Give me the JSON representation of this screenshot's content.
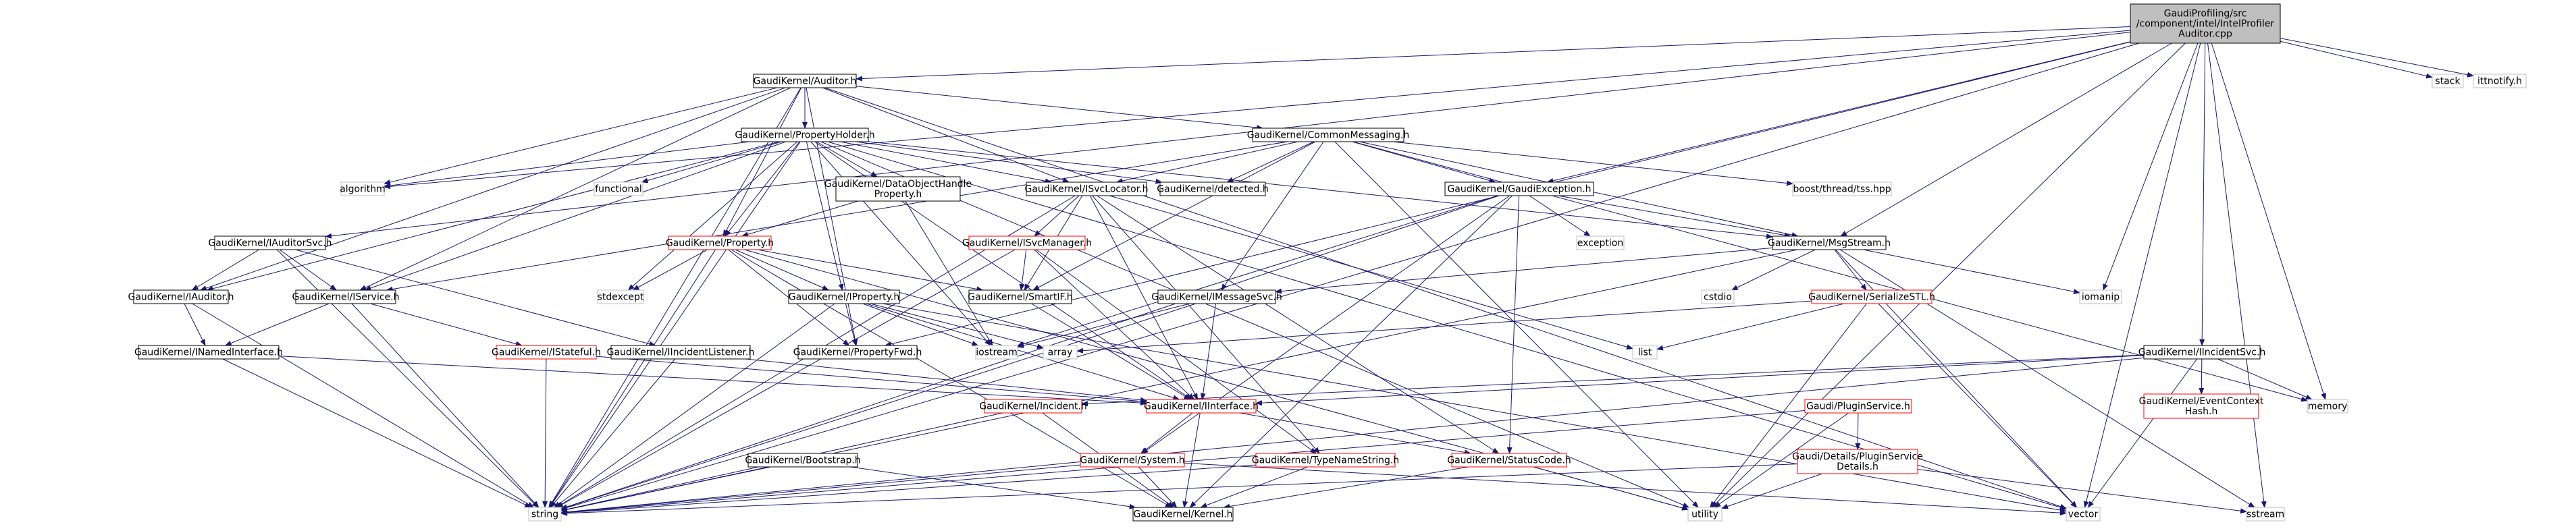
{
  "colors": {
    "edge": "#191970",
    "box_border_ok": "#000000",
    "box_border_missing": "#bfbfbf",
    "box_border_hidden": "#ff0000",
    "root_fill": "#bfbfbf",
    "box_fill": "#ffffff",
    "label_text": "#000000"
  },
  "nodes": [
    {
      "id": "root",
      "lines": [
        "GaudiProfiling/src",
        "/component/intel/IntelProfiler",
        "Auditor.cpp"
      ],
      "style": "root"
    },
    {
      "id": "auditor_h",
      "lines": [
        "GaudiKernel/Auditor.h"
      ],
      "style": "ok"
    },
    {
      "id": "stack",
      "lines": [
        "stack"
      ],
      "style": "missing"
    },
    {
      "id": "ittnotify",
      "lines": [
        "ittnotify.h"
      ],
      "style": "missing"
    },
    {
      "id": "propholder",
      "lines": [
        "GaudiKernel/PropertyHolder.h"
      ],
      "style": "ok"
    },
    {
      "id": "commonmsg",
      "lines": [
        "GaudiKernel/CommonMessaging.h"
      ],
      "style": "ok"
    },
    {
      "id": "algorithm",
      "lines": [
        "algorithm"
      ],
      "style": "missing"
    },
    {
      "id": "functional",
      "lines": [
        "functional"
      ],
      "style": "missing"
    },
    {
      "id": "dataobjhandle",
      "lines": [
        "GaudiKernel/DataObjectHandle",
        "Property.h"
      ],
      "style": "ok"
    },
    {
      "id": "isvclocator",
      "lines": [
        "GaudiKernel/ISvcLocator.h"
      ],
      "style": "ok"
    },
    {
      "id": "detected",
      "lines": [
        "GaudiKernel/detected.h"
      ],
      "style": "ok"
    },
    {
      "id": "tss",
      "lines": [
        "boost/thread/tss.hpp"
      ],
      "style": "missing"
    },
    {
      "id": "gaudiexception",
      "lines": [
        "GaudiKernel/GaudiException.h"
      ],
      "style": "ok"
    },
    {
      "id": "iauditorsvc",
      "lines": [
        "GaudiKernel/IAuditorSvc.h"
      ],
      "style": "ok"
    },
    {
      "id": "property",
      "lines": [
        "GaudiKernel/Property.h"
      ],
      "style": "hidden"
    },
    {
      "id": "isvcmanager",
      "lines": [
        "GaudiKernel/ISvcManager.h"
      ],
      "style": "hidden"
    },
    {
      "id": "exception",
      "lines": [
        "exception"
      ],
      "style": "missing"
    },
    {
      "id": "msgstream",
      "lines": [
        "GaudiKernel/MsgStream.h"
      ],
      "style": "ok"
    },
    {
      "id": "iauditor",
      "lines": [
        "GaudiKernel/IAuditor.h"
      ],
      "style": "ok"
    },
    {
      "id": "iservice",
      "lines": [
        "GaudiKernel/IService.h"
      ],
      "style": "ok"
    },
    {
      "id": "stdexcept",
      "lines": [
        "stdexcept"
      ],
      "style": "missing"
    },
    {
      "id": "iproperty",
      "lines": [
        "GaudiKernel/IProperty.h"
      ],
      "style": "ok"
    },
    {
      "id": "smartif",
      "lines": [
        "GaudiKernel/SmartIF.h"
      ],
      "style": "ok"
    },
    {
      "id": "imessagesvc",
      "lines": [
        "GaudiKernel/IMessageSvc.h"
      ],
      "style": "ok"
    },
    {
      "id": "cstdio",
      "lines": [
        "cstdio"
      ],
      "style": "missing"
    },
    {
      "id": "serializestl",
      "lines": [
        "GaudiKernel/SerializeSTL.h"
      ],
      "style": "hidden"
    },
    {
      "id": "iomanip",
      "lines": [
        "iomanip"
      ],
      "style": "missing"
    },
    {
      "id": "inamedinterface",
      "lines": [
        "GaudiKernel/INamedInterface.h"
      ],
      "style": "ok"
    },
    {
      "id": "istateful",
      "lines": [
        "GaudiKernel/IStateful.h"
      ],
      "style": "hidden"
    },
    {
      "id": "iincidentlistener",
      "lines": [
        "GaudiKernel/IIncidentListener.h"
      ],
      "style": "ok"
    },
    {
      "id": "propertyfwd",
      "lines": [
        "GaudiKernel/PropertyFwd.h"
      ],
      "style": "ok"
    },
    {
      "id": "iostream",
      "lines": [
        "iostream"
      ],
      "style": "missing"
    },
    {
      "id": "array",
      "lines": [
        "array"
      ],
      "style": "missing"
    },
    {
      "id": "list",
      "lines": [
        "list"
      ],
      "style": "missing"
    },
    {
      "id": "iincidentsvc",
      "lines": [
        "GaudiKernel/IIncidentSvc.h"
      ],
      "style": "ok"
    },
    {
      "id": "memory",
      "lines": [
        "memory"
      ],
      "style": "missing"
    },
    {
      "id": "iincident",
      "lines": [
        "GaudiKernel/Incident.h"
      ],
      "style": "hidden"
    },
    {
      "id": "iinterface",
      "lines": [
        "GaudiKernel/IInterface.h"
      ],
      "style": "hidden"
    },
    {
      "id": "eventcontexthash",
      "lines": [
        "GaudiKernel/EventContext",
        "Hash.h"
      ],
      "style": "hidden"
    },
    {
      "id": "pluginservice",
      "lines": [
        "Gaudi/PluginService.h"
      ],
      "style": "hidden"
    },
    {
      "id": "pluginservicedetails",
      "lines": [
        "Gaudi/Details/PluginService",
        "Details.h"
      ],
      "style": "hidden"
    },
    {
      "id": "bootstrap",
      "lines": [
        "GaudiKernel/Bootstrap.h"
      ],
      "style": "ok"
    },
    {
      "id": "system",
      "lines": [
        "GaudiKernel/System.h"
      ],
      "style": "hidden"
    },
    {
      "id": "typenamestring",
      "lines": [
        "GaudiKernel/TypeNameString.h"
      ],
      "style": "hidden"
    },
    {
      "id": "statuscode",
      "lines": [
        "GaudiKernel/StatusCode.h"
      ],
      "style": "hidden"
    },
    {
      "id": "string",
      "lines": [
        "string"
      ],
      "style": "missing"
    },
    {
      "id": "kernel",
      "lines": [
        "GaudiKernel/Kernel.h"
      ],
      "style": "ok"
    },
    {
      "id": "utility",
      "lines": [
        "utility"
      ],
      "style": "missing"
    },
    {
      "id": "vector",
      "lines": [
        "vector"
      ],
      "style": "missing"
    },
    {
      "id": "sstream",
      "lines": [
        "sstream"
      ],
      "style": "missing"
    }
  ],
  "edges": [
    [
      "root",
      "auditor_h"
    ],
    [
      "root",
      "stack"
    ],
    [
      "root",
      "ittnotify"
    ],
    [
      "root",
      "gaudiexception"
    ],
    [
      "root",
      "msgstream"
    ],
    [
      "root",
      "iauditorsvc"
    ],
    [
      "root",
      "iincidentsvc"
    ],
    [
      "root",
      "memory"
    ],
    [
      "root",
      "vector"
    ],
    [
      "root",
      "utility"
    ],
    [
      "root",
      "sstream"
    ],
    [
      "root",
      "iomanip"
    ],
    [
      "root",
      "string"
    ],
    [
      "root",
      "algorithm"
    ],
    [
      "root",
      "propertyfwd"
    ],
    [
      "auditor_h",
      "propholder"
    ],
    [
      "auditor_h",
      "commonmsg"
    ],
    [
      "auditor_h",
      "iauditor"
    ],
    [
      "auditor_h",
      "iservice"
    ],
    [
      "auditor_h",
      "isvclocator"
    ],
    [
      "auditor_h",
      "property"
    ],
    [
      "auditor_h",
      "algorithm"
    ],
    [
      "auditor_h",
      "string"
    ],
    [
      "auditor_h",
      "vector"
    ],
    [
      "auditor_h",
      "propertyfwd"
    ],
    [
      "propholder",
      "algorithm"
    ],
    [
      "propholder",
      "functional"
    ],
    [
      "propholder",
      "dataobjhandle"
    ],
    [
      "propholder",
      "isvclocator"
    ],
    [
      "propholder",
      "detected"
    ],
    [
      "propholder",
      "iproperty"
    ],
    [
      "propholder",
      "property"
    ],
    [
      "propholder",
      "iservice"
    ],
    [
      "propholder",
      "iinterface"
    ],
    [
      "propholder",
      "stdexcept"
    ],
    [
      "propholder",
      "iostream"
    ],
    [
      "propholder",
      "string"
    ],
    [
      "propholder",
      "utility"
    ],
    [
      "propholder",
      "vector"
    ],
    [
      "propholder",
      "msgstream"
    ],
    [
      "propholder",
      "iauditor"
    ],
    [
      "commonmsg",
      "isvclocator"
    ],
    [
      "commonmsg",
      "detected"
    ],
    [
      "commonmsg",
      "gaudiexception"
    ],
    [
      "commonmsg",
      "imessagesvc"
    ],
    [
      "commonmsg",
      "msgstream"
    ],
    [
      "commonmsg",
      "tss"
    ],
    [
      "commonmsg",
      "memory"
    ],
    [
      "commonmsg",
      "utility"
    ],
    [
      "commonmsg",
      "smartif"
    ],
    [
      "commonmsg",
      "iservice"
    ],
    [
      "dataobjhandle",
      "property"
    ],
    [
      "dataobjhandle",
      "iostream"
    ],
    [
      "isvclocator",
      "isvcmanager"
    ],
    [
      "isvclocator",
      "smartif"
    ],
    [
      "isvclocator",
      "iinterface"
    ],
    [
      "isvclocator",
      "list"
    ],
    [
      "isvclocator",
      "string"
    ],
    [
      "isvclocator",
      "statuscode"
    ],
    [
      "isvclocator",
      "typenamestring"
    ],
    [
      "gaudiexception",
      "exception"
    ],
    [
      "gaudiexception",
      "msgstream"
    ],
    [
      "gaudiexception",
      "statuscode"
    ],
    [
      "gaudiexception",
      "system"
    ],
    [
      "gaudiexception",
      "string"
    ],
    [
      "gaudiexception",
      "iostream"
    ],
    [
      "gaudiexception",
      "kernel"
    ],
    [
      "iauditorsvc",
      "iauditor"
    ],
    [
      "iauditorsvc",
      "iservice"
    ],
    [
      "iauditorsvc",
      "string"
    ],
    [
      "iauditorsvc",
      "iincidentlistener"
    ],
    [
      "property",
      "iproperty"
    ],
    [
      "property",
      "smartif"
    ],
    [
      "property",
      "stdexcept"
    ],
    [
      "property",
      "string"
    ],
    [
      "property",
      "propertyfwd"
    ],
    [
      "property",
      "kernel"
    ],
    [
      "property",
      "utility"
    ],
    [
      "isvcmanager",
      "smartif"
    ],
    [
      "isvcmanager",
      "typenamestring"
    ],
    [
      "isvcmanager",
      "iinterface"
    ],
    [
      "isvcmanager",
      "string"
    ],
    [
      "msgstream",
      "imessagesvc"
    ],
    [
      "msgstream",
      "serializestl"
    ],
    [
      "msgstream",
      "cstdio"
    ],
    [
      "msgstream",
      "iomanip"
    ],
    [
      "msgstream",
      "string"
    ],
    [
      "msgstream",
      "sstream"
    ],
    [
      "msgstream",
      "vector"
    ],
    [
      "iauditor",
      "inamedinterface"
    ],
    [
      "iauditor",
      "string"
    ],
    [
      "iservice",
      "inamedinterface"
    ],
    [
      "iservice",
      "istateful"
    ],
    [
      "iservice",
      "string"
    ],
    [
      "iproperty",
      "propertyfwd"
    ],
    [
      "iproperty",
      "iinterface"
    ],
    [
      "iproperty",
      "iostream"
    ],
    [
      "iproperty",
      "string"
    ],
    [
      "iproperty",
      "vector"
    ],
    [
      "iproperty",
      "array"
    ],
    [
      "smartif",
      "iinterface"
    ],
    [
      "imessagesvc",
      "iinterface"
    ],
    [
      "imessagesvc",
      "iostream"
    ],
    [
      "imessagesvc",
      "string"
    ],
    [
      "serializestl",
      "array"
    ],
    [
      "serializestl",
      "list"
    ],
    [
      "serializestl",
      "utility"
    ],
    [
      "serializestl",
      "vector"
    ],
    [
      "inamedinterface",
      "iinterface"
    ],
    [
      "inamedinterface",
      "string"
    ],
    [
      "istateful",
      "iinterface"
    ],
    [
      "istateful",
      "string"
    ],
    [
      "iincidentlistener",
      "iinterface"
    ],
    [
      "iincidentlistener",
      "string"
    ],
    [
      "iincidentsvc",
      "iinterface"
    ],
    [
      "iincidentsvc",
      "eventcontexthash"
    ],
    [
      "iincidentsvc",
      "memory"
    ],
    [
      "iincidentsvc",
      "vector"
    ],
    [
      "iincidentsvc",
      "string"
    ],
    [
      "iincidentsvc",
      "iincident"
    ],
    [
      "iincident",
      "string"
    ],
    [
      "iincident",
      "kernel"
    ],
    [
      "iinterface",
      "system"
    ],
    [
      "iinterface",
      "kernel"
    ],
    [
      "iinterface",
      "statuscode"
    ],
    [
      "pluginservice",
      "pluginservicedetails"
    ],
    [
      "pluginservice",
      "string"
    ],
    [
      "pluginservice",
      "utility"
    ],
    [
      "pluginservicedetails",
      "string"
    ],
    [
      "pluginservicedetails",
      "utility"
    ],
    [
      "pluginservicedetails",
      "sstream"
    ],
    [
      "bootstrap",
      "string"
    ],
    [
      "bootstrap",
      "kernel"
    ],
    [
      "system",
      "kernel"
    ],
    [
      "system",
      "string"
    ],
    [
      "system",
      "vector"
    ],
    [
      "typenamestring",
      "string"
    ],
    [
      "typenamestring",
      "kernel"
    ],
    [
      "statuscode",
      "utility"
    ],
    [
      "statuscode",
      "kernel"
    ]
  ]
}
